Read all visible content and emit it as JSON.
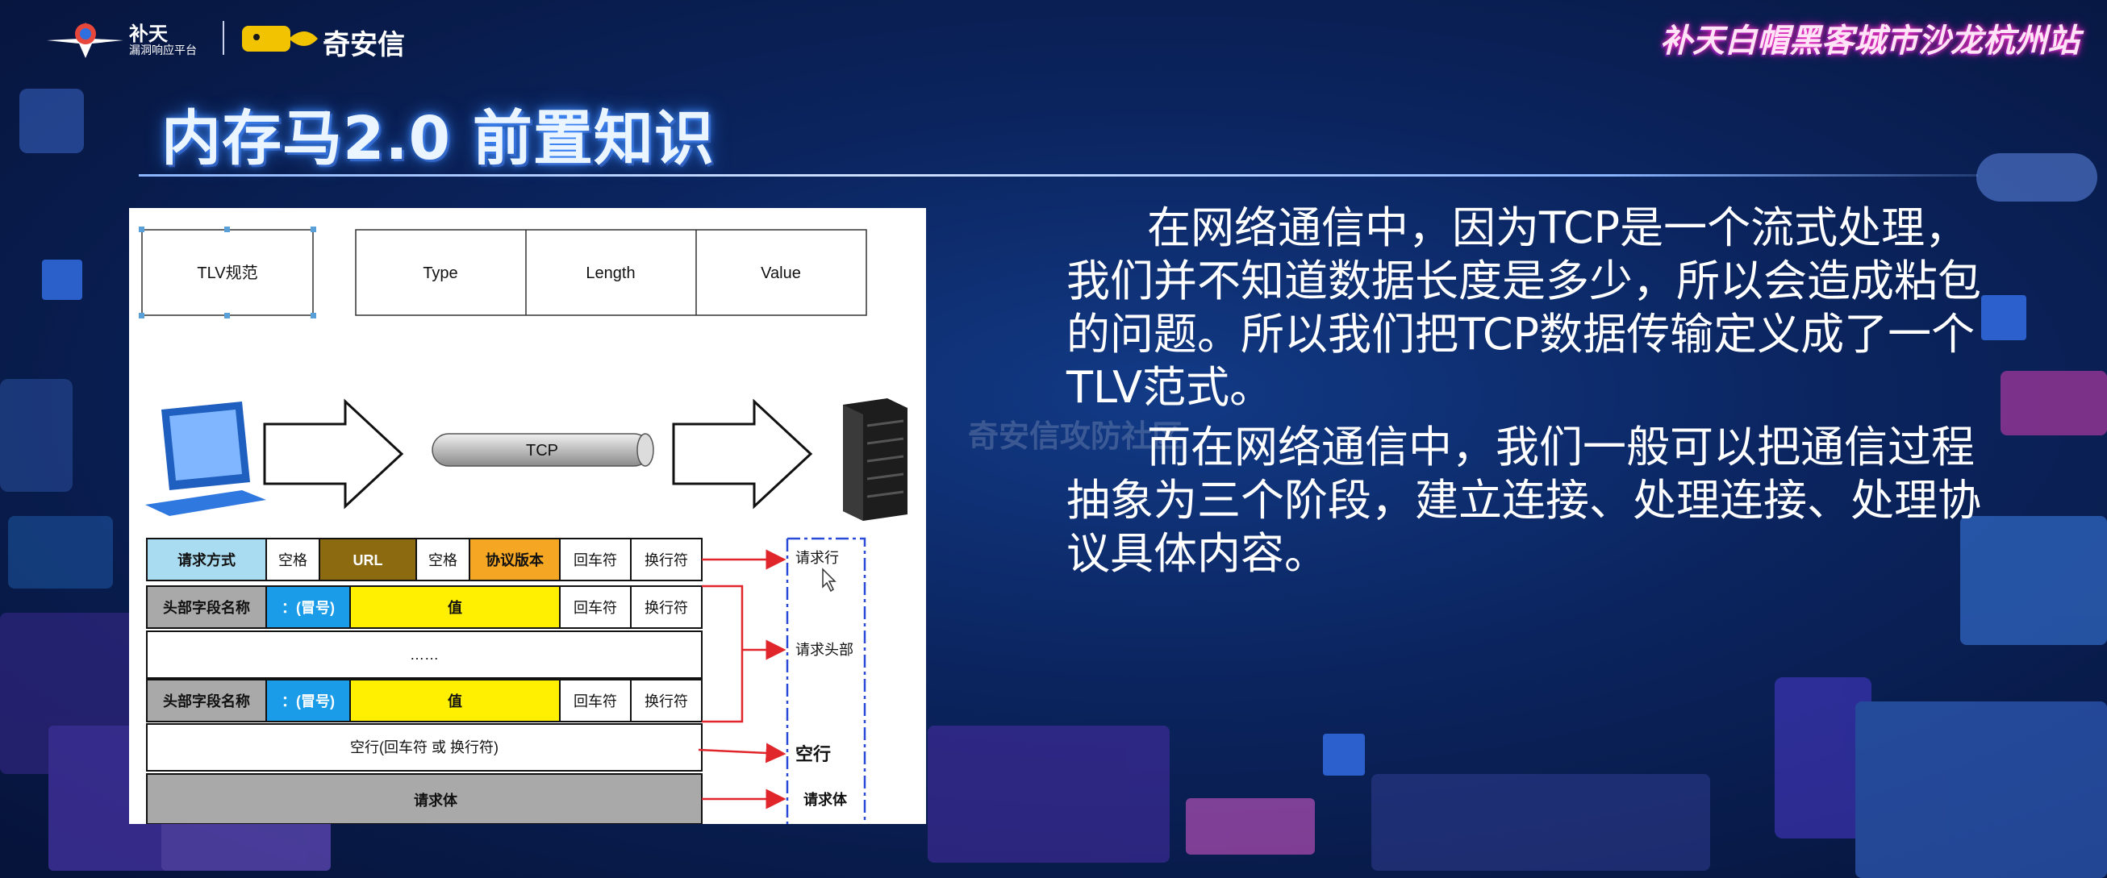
{
  "header": {
    "butian_name": "补天",
    "butian_sub": "漏洞响应平台",
    "qax_name": "奇安信",
    "event_title": "补天白帽黑客城市沙龙杭州站"
  },
  "slide": {
    "title": "内存马2.0 前置知识",
    "paragraphs": [
      "在网络通信中，因为TCP是一个流式处理，我们并不知道数据长度是多少，所以会造成粘包的问题。所以我们把TCP数据传输定义成了一个TLV范式。",
      "而在网络通信中，我们一般可以把通信过程抽象为三个阶段，建立连接、处理连接、处理协议具体内容。"
    ],
    "watermark": "奇安信攻防社区"
  },
  "diagram": {
    "tlv": {
      "label": "TLV规范",
      "fields": [
        "Type",
        "Length",
        "Value"
      ]
    },
    "pipe_label": "TCP",
    "request_line": [
      "请求方式",
      "空格",
      "URL",
      "空格",
      "协议版本",
      "回车符",
      "换行符"
    ],
    "header_row": [
      "头部字段名称",
      "：(冒号)",
      "值",
      "回车符",
      "换行符"
    ],
    "ellipsis": "……",
    "blank_line": "空行(回车符 或 换行符)",
    "body_label": "请求体",
    "side_labels": [
      "请求行",
      "请求头部",
      "空行",
      "请求体"
    ],
    "colors": {
      "blue": "#a9dcf0",
      "brown": "#8b6a10",
      "orange": "#f5a623",
      "yellow": "#ffef00",
      "azure": "#1a9ce8",
      "gray": "#a9a9a9",
      "red": "#e0262b"
    }
  }
}
